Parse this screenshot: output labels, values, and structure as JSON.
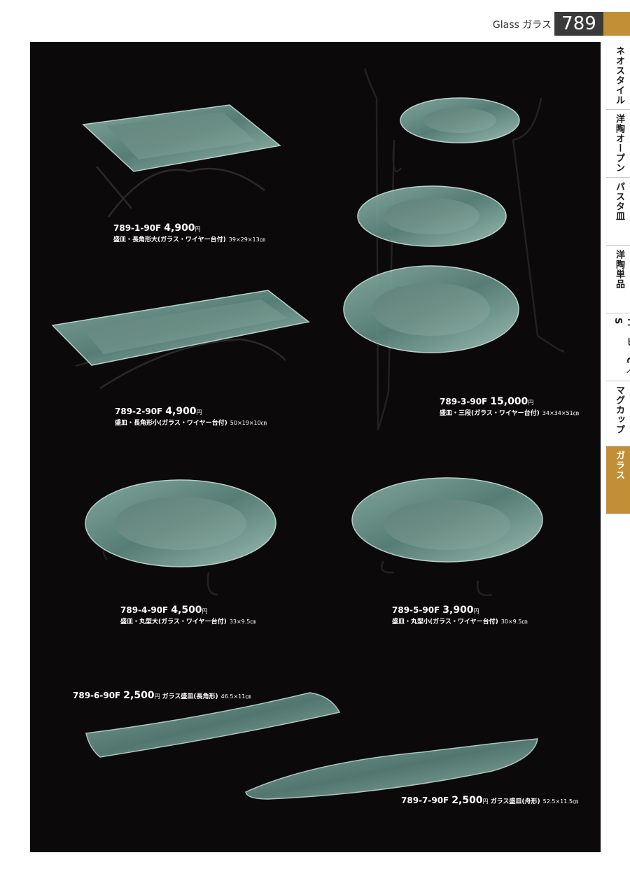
{
  "header": {
    "category_label": "Glass ガラス",
    "page_number": "789",
    "accent_color": "#c28f37"
  },
  "tabs": [
    {
      "label": "ネオスタイル",
      "active": false
    },
    {
      "label": "洋陶オープン",
      "active": false
    },
    {
      "label": "パスタ皿",
      "active": false
    },
    {
      "label": "洋陶単品",
      "active": false
    },
    {
      "label": "コーヒーC／S",
      "active": false
    },
    {
      "label": "マグカップ",
      "active": false
    },
    {
      "label": "ガラス",
      "active": true
    }
  ],
  "products": [
    {
      "code": "789-1-90F",
      "price": "4,900",
      "yen": "円",
      "description": "盛皿・長角形大(ガラス・ワイヤー台付)",
      "dimensions": "39×29×13㎝"
    },
    {
      "code": "789-2-90F",
      "price": "4,900",
      "yen": "円",
      "description": "盛皿・長角形小(ガラス・ワイヤー台付)",
      "dimensions": "50×19×10㎝"
    },
    {
      "code": "789-3-90F",
      "price": "15,000",
      "yen": "円",
      "description": "盛皿・三段(ガラス・ワイヤー台付)",
      "dimensions": "34×34×51㎝"
    },
    {
      "code": "789-4-90F",
      "price": "4,500",
      "yen": "円",
      "description": "盛皿・丸型大(ガラス・ワイヤー台付)",
      "dimensions": "33×9.5㎝"
    },
    {
      "code": "789-5-90F",
      "price": "3,900",
      "yen": "円",
      "description": "盛皿・丸型小(ガラス・ワイヤー台付)",
      "dimensions": "30×9.5㎝"
    },
    {
      "code": "789-6-90F",
      "price": "2,500",
      "yen": "円",
      "description": "ガラス盛皿(長角形)",
      "dimensions": "46.5×11㎝"
    },
    {
      "code": "789-7-90F",
      "price": "2,500",
      "yen": "円",
      "description": "ガラス盛皿(舟形)",
      "dimensions": "52.5×11.5㎝"
    }
  ]
}
